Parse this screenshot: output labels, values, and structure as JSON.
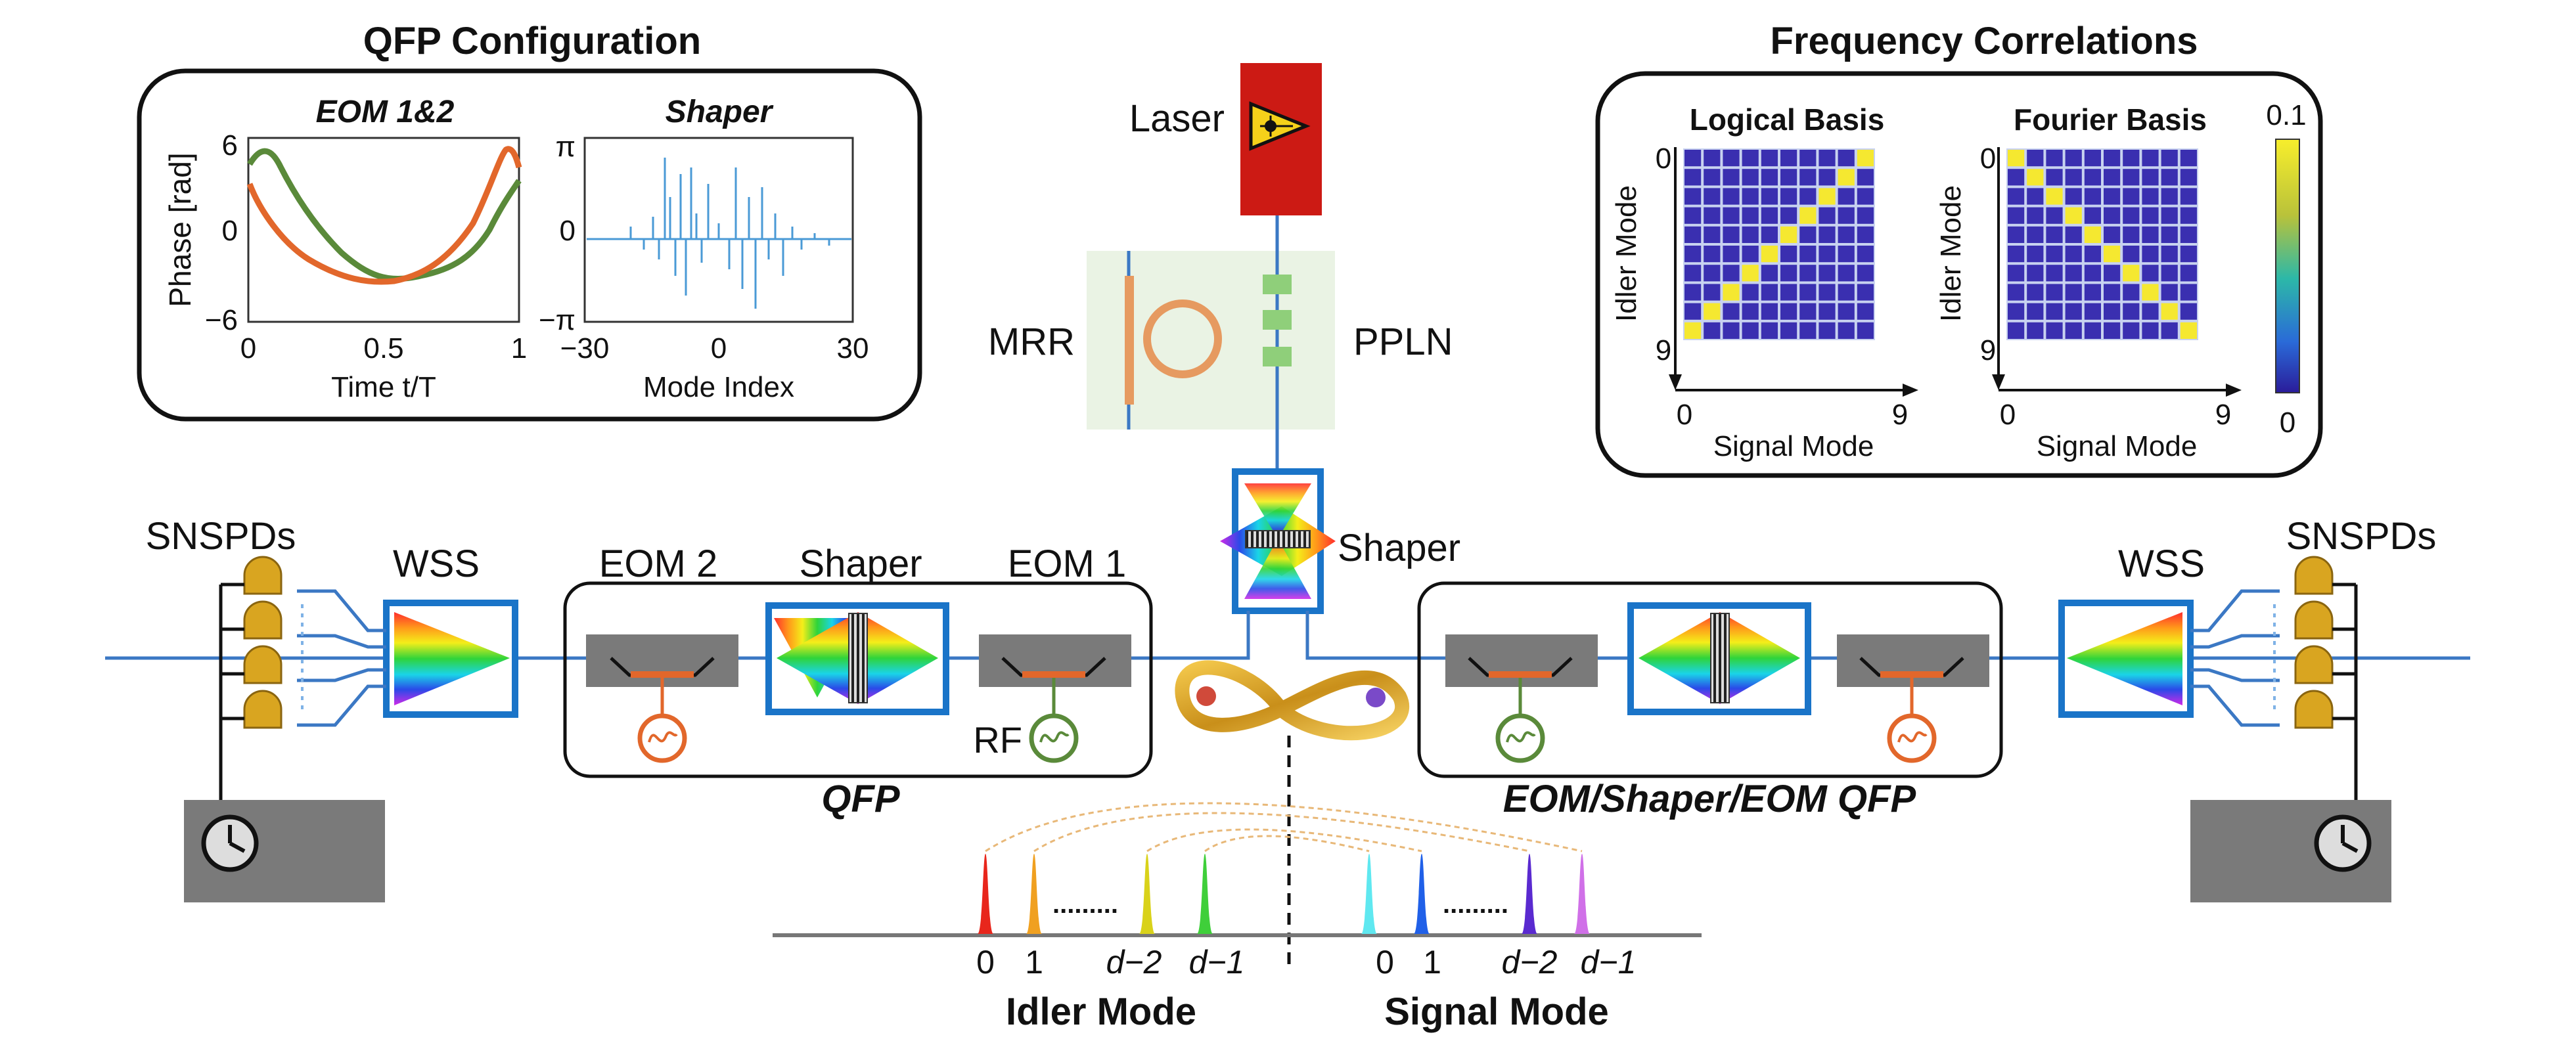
{
  "qfp_config": {
    "title": "QFP Configuration",
    "eom_plot": {
      "title": "EOM 1&2",
      "ylabel": "Phase [rad]",
      "xlabel": "Time t/T",
      "yticks": [
        "6",
        "0",
        "−6"
      ],
      "xticks": [
        "0",
        "0.5",
        "1"
      ],
      "series_colors": [
        "#e2672b",
        "#5a8a3a"
      ]
    },
    "shaper_plot": {
      "title": "Shaper",
      "xlabel": "Mode Index",
      "yticks": [
        "π",
        "0",
        "−π"
      ],
      "xticks": [
        "−30",
        "0",
        "30"
      ],
      "color": "#4a9ad6"
    }
  },
  "freq_corr": {
    "title": "Frequency Correlations",
    "logical": {
      "title": "Logical Basis",
      "ylabel": "Idler Mode",
      "xlabel": "Signal Mode",
      "ytick_top": "0",
      "ytick_bottom": "9",
      "xtick_left": "0",
      "xtick_right": "9"
    },
    "fourier": {
      "title": "Fourier Basis",
      "ylabel": "Idler Mode",
      "xlabel": "Signal Mode",
      "ytick_top": "0",
      "ytick_bottom": "9",
      "xtick_left": "0",
      "xtick_right": "9"
    },
    "colorbar": {
      "max": "0.1",
      "min": "0"
    },
    "cell_color": "#3a2fb0",
    "peak_color": "#f5e830"
  },
  "labels": {
    "laser": "Laser",
    "mrr": "MRR",
    "ppln": "PPLN",
    "shaper_top": "Shaper",
    "snspds_left": "SNSPDs",
    "snspds_right": "SNSPDs",
    "wss_left": "WSS",
    "wss_right": "WSS",
    "eom2": "EOM 2",
    "shaper_mid": "Shaper",
    "eom1": "EOM 1",
    "rf": "RF",
    "qfp_left": "QFP",
    "qfp_right": "EOM/Shaper/EOM QFP"
  },
  "spectrum": {
    "idler_title": "Idler Mode",
    "signal_title": "Signal Mode",
    "idler_ticks": [
      "0",
      "1",
      "d−2",
      "d−1"
    ],
    "signal_ticks": [
      "0",
      "1",
      "d−2",
      "d−1"
    ],
    "idler_colors": [
      "#e8261c",
      "#f0a020",
      "#d9d21a",
      "#3fcf3a"
    ],
    "signal_colors": [
      "#5fe8f0",
      "#2060e8",
      "#5a2ad0",
      "#d070e8"
    ]
  },
  "colors": {
    "frame_blue": "#1a74c8",
    "laser_red": "#cc1a14",
    "mrr_orange": "#e69a60",
    "ppln_green": "#8fcf7a",
    "eom_gray": "#7a7a7a",
    "detector_gold": "#d9a520"
  }
}
